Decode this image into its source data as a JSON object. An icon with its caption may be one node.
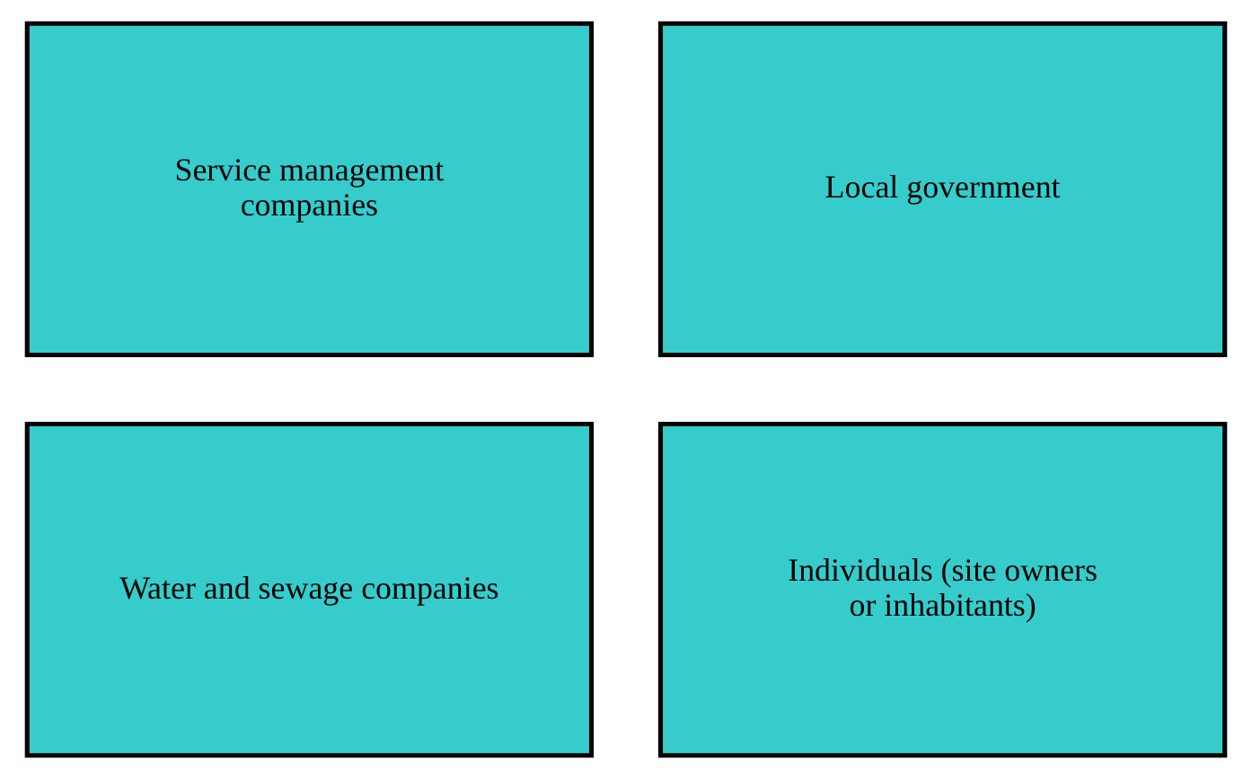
{
  "diagram": {
    "nodes": [
      {
        "text": [
          "Service management companies"
        ]
      },
      {
        "text": [
          "Local government"
        ]
      },
      {
        "text": [
          "Water and sewage companies"
        ]
      },
      {
        "text": [
          "Individuals (site owners or inhabitants)"
        ]
      }
    ]
  }
}
